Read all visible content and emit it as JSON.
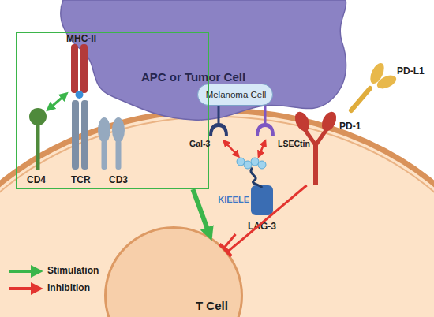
{
  "diagram": {
    "nodes": [
      {
        "text": [
          "APC or Tumor Cell"
        ]
      },
      {
        "text": [
          "Melanoma Cell"
        ]
      },
      {
        "text": [
          "MHC-II",
          "CD4",
          "TCR",
          "CD3"
        ]
      },
      {
        "text": [
          "KIEELE",
          "LAG-3"
        ]
      },
      {
        "text": [
          "PD-1"
        ]
      },
      {
        "text": [
          "T Cell"
        ]
      }
    ],
    "edges": [
      {
        "from": 2,
        "to": 5,
        "arrow": "to"
      },
      {
        "from": 3,
        "to": 5,
        "arrow": "to"
      },
      {
        "from": 4,
        "to": 5,
        "arrow": "to"
      }
    ],
    "labels": [
      "PD-L1",
      "Gal-3",
      "LSECtin"
    ],
    "legend": [
      {
        "text": "Stimulation"
      },
      {
        "text": "Inhibition"
      }
    ]
  }
}
